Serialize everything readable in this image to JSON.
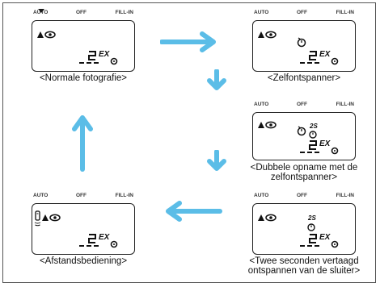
{
  "mode_labels": [
    "AUTO",
    "OFF",
    "FILL-IN"
  ],
  "panels": {
    "normal": {
      "caption": "<Normale fotografie>"
    },
    "self_timer": {
      "caption": "<Zelfontspanner>"
    },
    "double": {
      "caption_line1": "<Dubbele opname met  de",
      "caption_line2": "zelfontspanner>",
      "timer_label": "2S"
    },
    "remote": {
      "caption": "<Afstandsbediening>"
    },
    "two_sec": {
      "caption_line1": "<Twee seconden vertaagd",
      "caption_line2": "ontspannen van de sluiter>",
      "timer_label": "2S"
    }
  },
  "lcd_counter": "EX",
  "colors": {
    "arrow": "#5bbde7",
    "lcd_border": "#222222",
    "frame": "#555555"
  },
  "icons": [
    "flash-triangle-icon",
    "red-eye-icon",
    "self-timer-icon",
    "remote-control-icon",
    "film-counter-icon"
  ]
}
